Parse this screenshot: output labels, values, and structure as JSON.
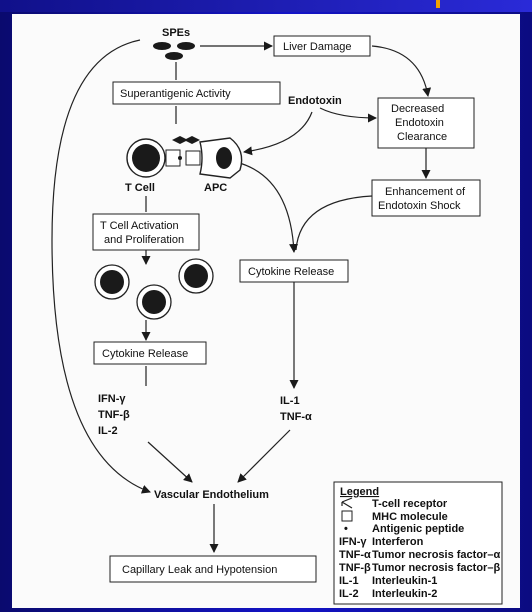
{
  "nodes": {
    "spes": "SPEs",
    "liver_damage": "Liver Damage",
    "superantigenic": "Superantigenic Activity",
    "endotoxin": "Endotoxin",
    "decreased_clearance": [
      "Decreased",
      "Endotoxin",
      "Clearance"
    ],
    "t_cell": "T Cell",
    "apc": "APC",
    "enhancement": [
      "Enhancement of",
      "Endotoxin Shock"
    ],
    "tcell_activation": [
      "T Cell Activation",
      "and Proliferation"
    ],
    "cytokine_release_right": "Cytokine Release",
    "cytokine_release_left": "Cytokine Release",
    "left_cytokines": [
      "IFN-γ",
      "TNF-β",
      "IL-2"
    ],
    "right_cytokines": [
      "IL-1",
      "TNF-α"
    ],
    "vascular": "Vascular Endothelium",
    "capillary": "Capillary Leak and Hypotension"
  },
  "legend": {
    "title": "Legend",
    "items": [
      {
        "key": "",
        "icon": "t-cell-receptor-icon",
        "text": "T-cell receptor"
      },
      {
        "key": "",
        "icon": "mhc-molecule-icon",
        "text": "MHC molecule"
      },
      {
        "key": "•",
        "icon": "",
        "text": "Antigenic peptide"
      },
      {
        "key": "IFN-γ",
        "icon": "",
        "text": "Interferon"
      },
      {
        "key": "TNF-α",
        "icon": "",
        "text": "Tumor necrosis factor–α"
      },
      {
        "key": "TNF-β",
        "icon": "",
        "text": "Tumor necrosis factor–β"
      },
      {
        "key": "IL-1",
        "icon": "",
        "text": "Interleukin-1"
      },
      {
        "key": "IL-2",
        "icon": "",
        "text": "Interleukin-2"
      }
    ]
  },
  "colors": {
    "slide_background": "#1414c8",
    "accent": "#f2a200",
    "paper": "#fbfbfb",
    "ink": "#1a1a1a"
  }
}
